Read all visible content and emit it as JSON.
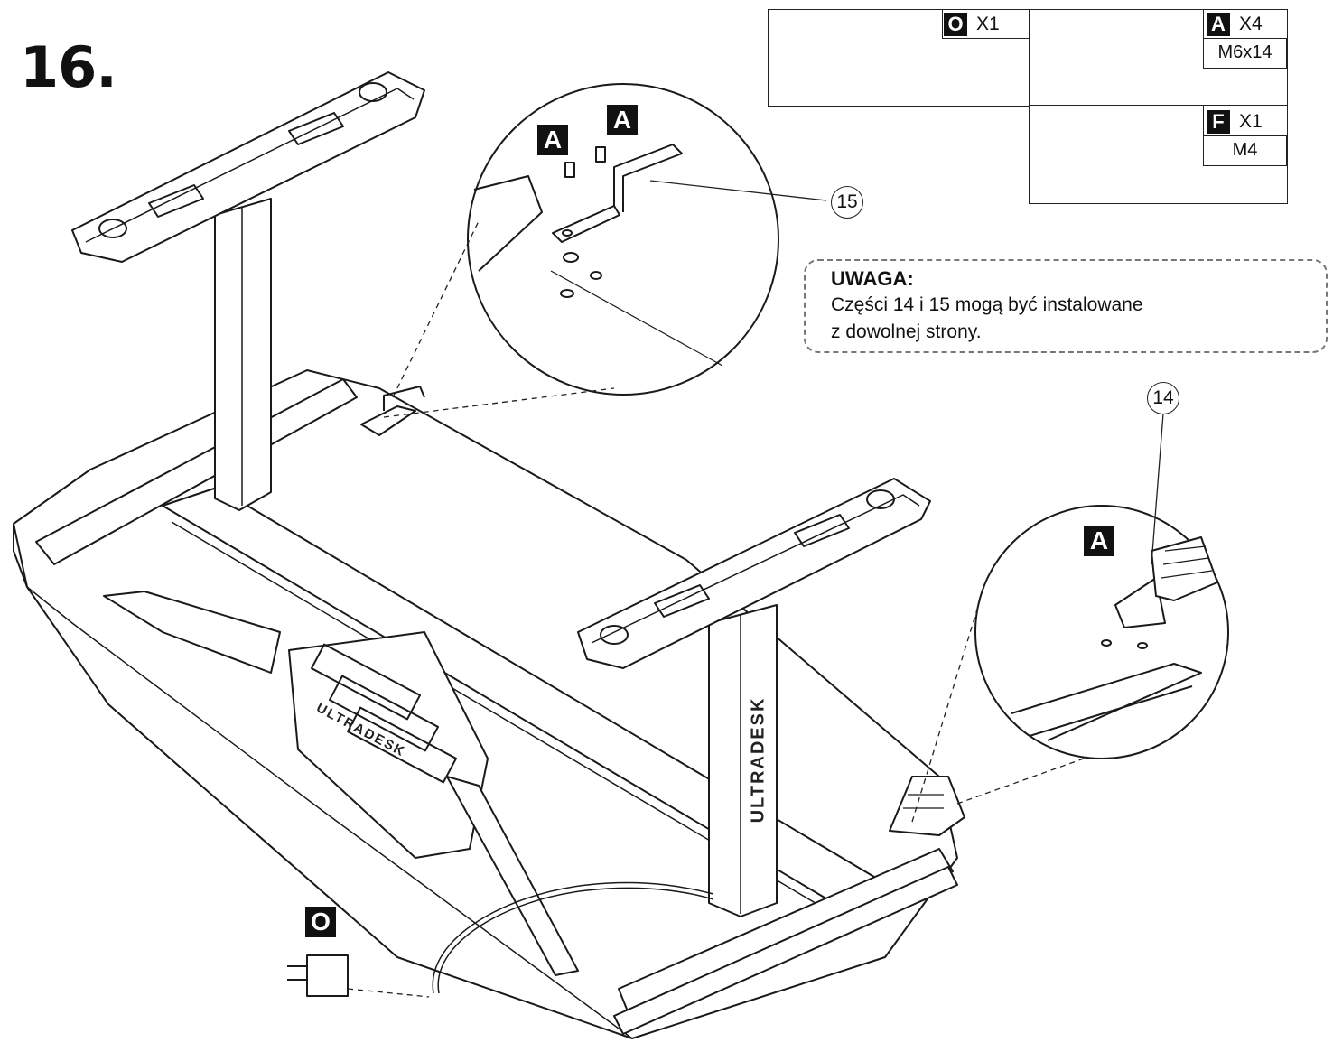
{
  "step": {
    "number": "16."
  },
  "parts_table": {
    "part_o": {
      "letter": "O",
      "count": "X1"
    },
    "part_a": {
      "letter": "A",
      "count": "X4",
      "size": "M6x14"
    },
    "part_f": {
      "letter": "F",
      "count": "X1",
      "size": "M4"
    }
  },
  "note": {
    "title": "UWAGA:",
    "line1": "Części 14 i 15 mogą być instalowane",
    "line2": "z dowolnej strony."
  },
  "callouts": {
    "bracket": "15",
    "foot_cover": "14"
  },
  "labels": {
    "screw": "A",
    "adapter": "O"
  },
  "brand": "ULTRADESK",
  "colors": {
    "line": "#1a1a1a",
    "label_bg": "#111111",
    "paper": "#ffffff"
  }
}
